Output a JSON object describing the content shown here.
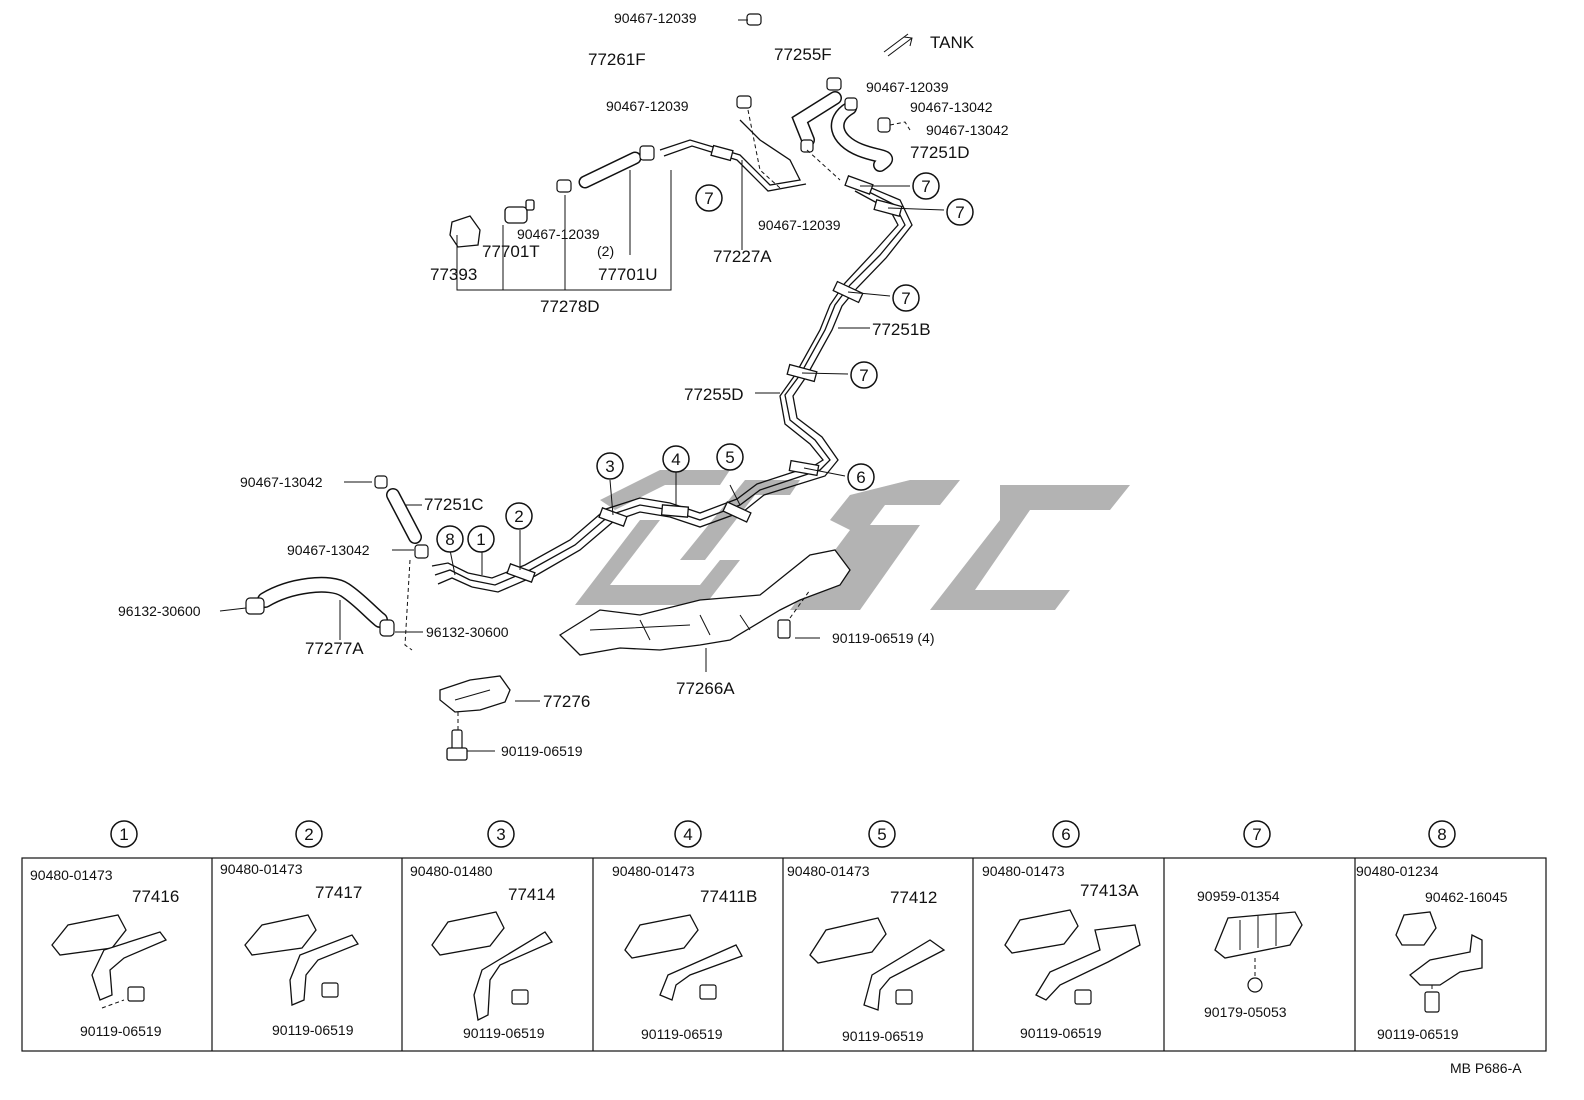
{
  "diagram": {
    "direction_label": "TANK",
    "drawing_code": "MB P686-A",
    "callouts": {
      "c7a": "7",
      "c7b": "7",
      "c7c": "7",
      "c7d": "7",
      "c7e": "7",
      "c1": "1",
      "c2": "2",
      "c3": "3",
      "c4": "4",
      "c5": "5",
      "c6": "6",
      "c8": "8"
    },
    "labels": {
      "p90467_12039_top": "90467-12039",
      "p77261F": "77261F",
      "p90467_12039_mid": "90467-12039",
      "p77255F": "77255F",
      "p90467_12039_r": "90467-12039",
      "p90467_13042_r1": "90467-13042",
      "p90467_13042_r2": "90467-13042",
      "p77251D": "77251D",
      "p90467_12039_c": "90467-12039",
      "p90467_12039_l": "90467-12039",
      "p_qty2": "(2)",
      "p77701T": "77701T",
      "p77701U": "77701U",
      "p77393": "77393",
      "p77278D": "77278D",
      "p77227A": "77227A",
      "p77251B": "77251B",
      "p77255D": "77255D",
      "p90467_13042_a": "90467-13042",
      "p77251C": "77251C",
      "p90467_13042_b": "90467-13042",
      "p96132_30600_a": "96132-30600",
      "p96132_30600_b": "96132-30600",
      "p77277A": "77277A",
      "p90119_06519_4": "90119-06519 (4)",
      "p77266A": "77266A",
      "p77276": "77276",
      "p90119_06519_s": "90119-06519"
    },
    "detail_panels": [
      {
        "index": "1",
        "part_a": "90480-01473",
        "part_b": "77416",
        "bolt": "90119-06519"
      },
      {
        "index": "2",
        "part_a": "90480-01473",
        "part_b": "77417",
        "bolt": "90119-06519"
      },
      {
        "index": "3",
        "part_a": "90480-01480",
        "part_b": "77414",
        "bolt": "90119-06519"
      },
      {
        "index": "4",
        "part_a": "90480-01473",
        "part_b": "77411B",
        "bolt": "90119-06519"
      },
      {
        "index": "5",
        "part_a": "90480-01473",
        "part_b": "77412",
        "bolt": "90119-06519"
      },
      {
        "index": "6",
        "part_a": "90480-01473",
        "part_b": "77413A",
        "bolt": "90119-06519"
      },
      {
        "index": "7",
        "part_a": "90959-01354",
        "part_b": "",
        "bolt": "90179-05053"
      },
      {
        "index": "8",
        "part_a": "90480-01234",
        "part_b": "90462-16045",
        "bolt": "90119-06519"
      }
    ]
  }
}
